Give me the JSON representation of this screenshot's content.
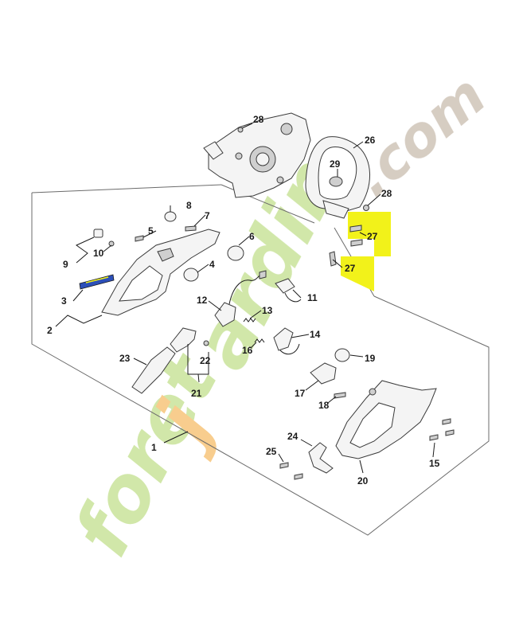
{
  "diagram": {
    "highlight_color": "#f2f21a",
    "line_color": "#1a1a1a",
    "parts": [
      {
        "id": "p1",
        "label": "1"
      },
      {
        "id": "p2",
        "label": "2"
      },
      {
        "id": "p3",
        "label": "3"
      },
      {
        "id": "p4",
        "label": "4"
      },
      {
        "id": "p5",
        "label": "5"
      },
      {
        "id": "p6",
        "label": "6"
      },
      {
        "id": "p7",
        "label": "7"
      },
      {
        "id": "p8",
        "label": "8"
      },
      {
        "id": "p9",
        "label": "9"
      },
      {
        "id": "p10",
        "label": "10"
      },
      {
        "id": "p11",
        "label": "11"
      },
      {
        "id": "p12",
        "label": "12"
      },
      {
        "id": "p13",
        "label": "13"
      },
      {
        "id": "p14",
        "label": "14"
      },
      {
        "id": "p15",
        "label": "15"
      },
      {
        "id": "p16",
        "label": "16"
      },
      {
        "id": "p17",
        "label": "17"
      },
      {
        "id": "p18",
        "label": "18"
      },
      {
        "id": "p19",
        "label": "19"
      },
      {
        "id": "p20",
        "label": "20"
      },
      {
        "id": "p21",
        "label": "21"
      },
      {
        "id": "p22",
        "label": "22"
      },
      {
        "id": "p23",
        "label": "23"
      },
      {
        "id": "p24",
        "label": "24"
      },
      {
        "id": "p25",
        "label": "25"
      },
      {
        "id": "p26",
        "label": "26"
      },
      {
        "id": "p27a",
        "label": "27"
      },
      {
        "id": "p27b",
        "label": "27"
      },
      {
        "id": "p28a",
        "label": "28"
      },
      {
        "id": "p28b",
        "label": "28"
      },
      {
        "id": "p29",
        "label": "29"
      }
    ]
  },
  "watermark": {
    "part1": "foret",
    "part2": "j",
    "part3": "ardin",
    "part4": ".com",
    "green": "#c9e39a",
    "orange": "#f7c57a",
    "grey": "#cfc4b8"
  }
}
